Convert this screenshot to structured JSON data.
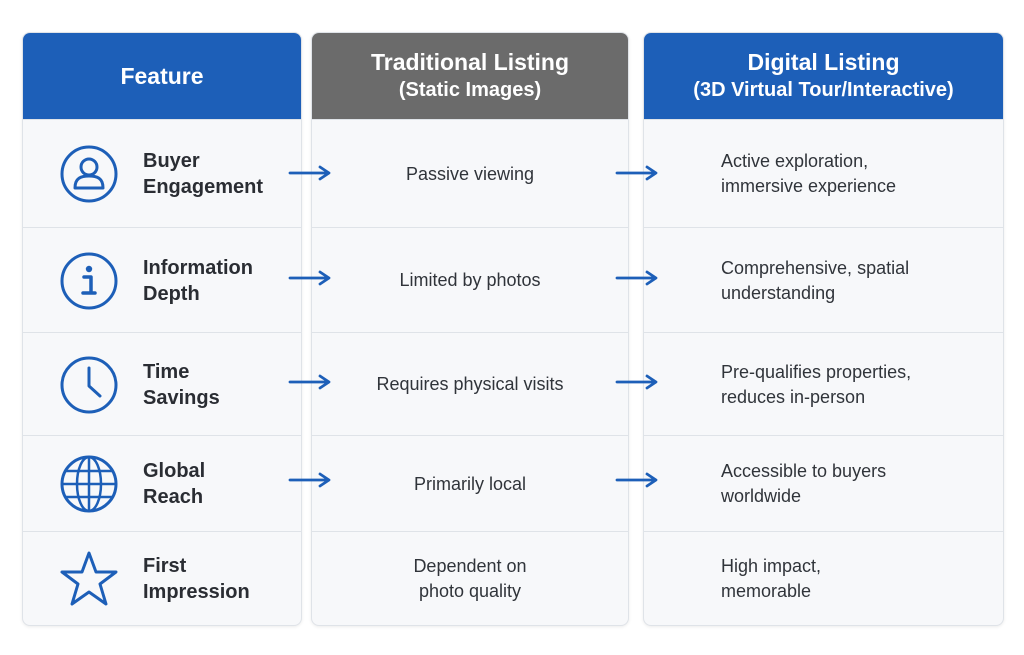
{
  "headers": {
    "feature": "Feature",
    "traditional": [
      "Traditional Listing",
      "(Static Images)"
    ],
    "digital": [
      "Digital Listing",
      "(3D Virtual Tour/Interactive)"
    ]
  },
  "rows": [
    {
      "icon": "user-icon",
      "feature": [
        "Buyer",
        "Engagement"
      ],
      "traditional": [
        "Passive viewing"
      ],
      "digital": [
        "Active exploration,",
        "immersive experience"
      ]
    },
    {
      "icon": "info-icon",
      "feature": [
        "Information",
        "Depth"
      ],
      "traditional": [
        "Limited by photos"
      ],
      "digital": [
        "Comprehensive, spatial",
        "understanding"
      ]
    },
    {
      "icon": "clock-icon",
      "feature": [
        "Time",
        "Savings"
      ],
      "traditional": [
        "Requires physical visits"
      ],
      "digital": [
        "Pre-qualifies properties,",
        "reduces in-person"
      ]
    },
    {
      "icon": "globe-icon",
      "feature": [
        "Global",
        "Reach"
      ],
      "traditional": [
        "Primarily local"
      ],
      "digital": [
        "Accessible to buyers",
        "worldwide"
      ]
    },
    {
      "icon": "star-icon",
      "feature": [
        "First",
        "Impression"
      ],
      "traditional": [
        "Dependent on",
        "photo quality"
      ],
      "digital": [
        "High impact,",
        "memorable"
      ]
    }
  ],
  "colors": {
    "header_blue": "#1d5fb8",
    "header_gray": "#6b6b6b",
    "icon_blue": "#1d5fb8",
    "arrow_blue": "#1d5fb8"
  }
}
